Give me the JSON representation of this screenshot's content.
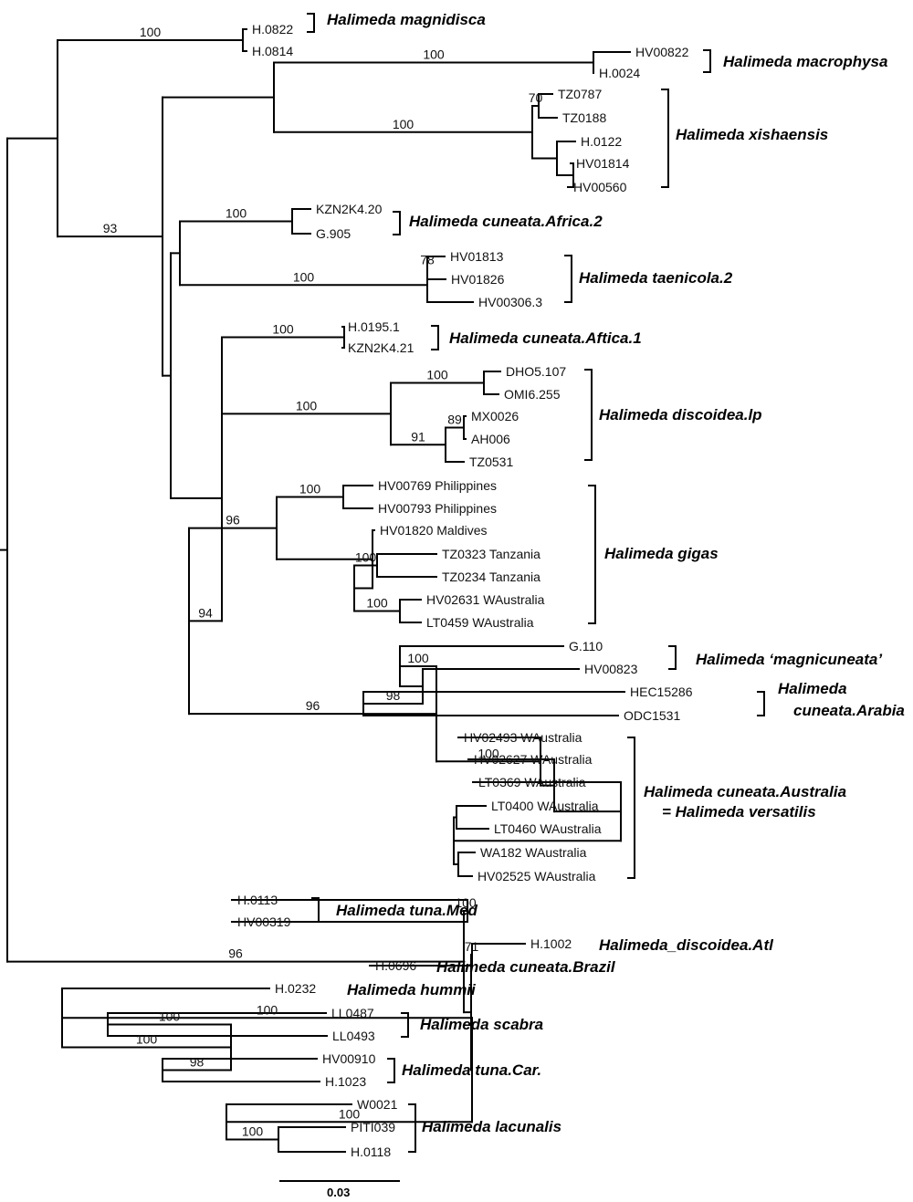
{
  "tree": {
    "root": {
      "c": [
        {
          "c": [
            {
              "s": "100",
              "c": [
                {
                  "n": "H.0822"
                },
                {
                  "n": "H.0814"
                }
              ]
            },
            {
              "s": "93",
              "c": [
                {
                  "c": [
                    {
                      "s": "100",
                      "c": [
                        {
                          "n": "HV00822"
                        },
                        {
                          "n": "H.0024"
                        }
                      ]
                    },
                    {
                      "s": "100",
                      "c": [
                        {
                          "s": "70",
                          "c": [
                            {
                              "n": "TZ0787"
                            },
                            {
                              "n": "TZ0188"
                            }
                          ]
                        },
                        {
                          "c": [
                            {
                              "n": "H.0122"
                            },
                            {
                              "c": [
                                {
                                  "n": "HV01814"
                                },
                                {
                                  "n": "HV00560"
                                }
                              ]
                            }
                          ]
                        }
                      ]
                    }
                  ]
                },
                {
                  "c": [
                    {
                      "c": [
                        {
                          "s": "100",
                          "c": [
                            {
                              "n": "KZN2K4.20"
                            },
                            {
                              "n": "G.905"
                            }
                          ]
                        },
                        {
                          "s": "100",
                          "c": [
                            {
                              "s": "78",
                              "c": [
                                {
                                  "n": "HV01813"
                                },
                                {
                                  "n": "HV01826"
                                }
                              ]
                            },
                            {
                              "n": "HV00306.3"
                            }
                          ]
                        }
                      ]
                    },
                    {
                      "c": [
                        {
                          "c": [
                            {
                              "s": "100",
                              "c": [
                                {
                                  "n": "H.0195.1"
                                },
                                {
                                  "n": "KZN2K4.21"
                                }
                              ]
                            },
                            {
                              "s": "100",
                              "c": [
                                {
                                  "s": "100",
                                  "c": [
                                    {
                                      "n": "DHO5.107"
                                    },
                                    {
                                      "n": "OMI6.255"
                                    }
                                  ]
                                },
                                {
                                  "s": "91",
                                  "c": [
                                    {
                                      "s": "89",
                                      "c": [
                                        {
                                          "n": "MX0026"
                                        },
                                        {
                                          "n": "AH006"
                                        }
                                      ]
                                    },
                                    {
                                      "n": "TZ0531"
                                    }
                                  ]
                                }
                              ]
                            }
                          ]
                        },
                        {
                          "s": "94",
                          "c": [
                            {
                              "s": "96",
                              "c": [
                                {
                                  "s": "100",
                                  "c": [
                                    {
                                      "n": "HV00769 Philippines"
                                    },
                                    {
                                      "n": "HV00793 Philippines"
                                    }
                                  ]
                                },
                                {
                                  "c": [
                                    {
                                      "n": "HV01820 Maldives"
                                    },
                                    {
                                      "c": [
                                        {
                                          "s": "100",
                                          "c": [
                                            {
                                              "n": "TZ0323 Tanzania"
                                            },
                                            {
                                              "n": "TZ0234 Tanzania"
                                            }
                                          ]
                                        },
                                        {
                                          "s": "100",
                                          "c": [
                                            {
                                              "n": "HV02631 WAustralia"
                                            },
                                            {
                                              "n": "LT0459 WAustralia"
                                            }
                                          ]
                                        }
                                      ]
                                    }
                                  ]
                                }
                              ]
                            },
                            {
                              "s": "96",
                              "c": [
                                {
                                  "s": "100",
                                  "c": [
                                    {
                                      "n": "G.110"
                                    },
                                    {
                                      "c": [
                                        {
                                          "n": "HV00823"
                                        },
                                        {
                                          "s": "98",
                                          "c": [
                                            {
                                              "n": "HEC15286"
                                            },
                                            {
                                              "n": "ODC1531"
                                            }
                                          ]
                                        }
                                      ]
                                    }
                                  ]
                                },
                                {
                                  "s": "100",
                                  "c": [
                                    {
                                      "n": "HV02493 WAustralia"
                                    },
                                    {
                                      "c": [
                                        {
                                          "n": "HV02627 WAustralia"
                                        },
                                        {
                                          "c": [
                                            {
                                              "n": "LT0369 WAustralia"
                                            },
                                            {
                                              "c": [
                                                {
                                                  "c": [
                                                    {
                                                      "n": "LT0400 WAustralia"
                                                    },
                                                    {
                                                      "n": "LT0460 WAustralia"
                                                    }
                                                  ]
                                                },
                                                {
                                                  "c": [
                                                    {
                                                      "n": "WA182 WAustralia"
                                                    },
                                                    {
                                                      "n": "HV02525 WAustralia"
                                                    }
                                                  ]
                                                }
                                              ]
                                            }
                                          ]
                                        }
                                      ]
                                    }
                                  ]
                                }
                              ]
                            }
                          ]
                        }
                      ]
                    }
                  ]
                }
              ]
            }
          ]
        },
        {
          "s": "96",
          "c": [
            {
              "s": "100",
              "c": [
                {
                  "n": "H.0113"
                },
                {
                  "n": "HV00319"
                }
              ]
            },
            {
              "c": [
                {
                  "s": "71",
                  "c": [
                    {
                      "n": "H.1002"
                    },
                    {
                      "n": "H.0696"
                    }
                  ]
                },
                {
                  "c": [
                    {
                      "s": "100",
                      "c": [
                        {
                          "n": "H.0232"
                        },
                        {
                          "s": "100",
                          "c": [
                            {
                              "s": "100",
                              "c": [
                                {
                                  "n": "LL0487"
                                },
                                {
                                  "n": "LL0493"
                                }
                              ]
                            },
                            {
                              "s": "98",
                              "c": [
                                {
                                  "n": "HV00910"
                                },
                                {
                                  "n": "H.1023"
                                }
                              ]
                            }
                          ]
                        }
                      ]
                    },
                    {
                      "s": "100",
                      "c": [
                        {
                          "n": "W0021"
                        },
                        {
                          "s": "100",
                          "c": [
                            {
                              "n": "PITI039"
                            },
                            {
                              "n": "H.0118"
                            }
                          ]
                        }
                      ]
                    }
                  ]
                }
              ]
            }
          ]
        }
      ]
    }
  },
  "groups": [
    {
      "lines": [
        "Halimeda magnidisca"
      ]
    },
    {
      "lines": [
        "Halimeda macrophysa"
      ]
    },
    {
      "lines": [
        "Halimeda xishaensis"
      ]
    },
    {
      "lines": [
        "Halimeda cuneata.Africa.2"
      ]
    },
    {
      "lines": [
        "Halimeda taenicola.2"
      ]
    },
    {
      "lines": [
        "Halimeda cuneata.Aftica.1"
      ]
    },
    {
      "lines": [
        "Halimeda discoidea.lp"
      ]
    },
    {
      "lines": [
        "Halimeda gigas"
      ]
    },
    {
      "lines": [
        "Halimeda ‘magnicuneata’"
      ]
    },
    {
      "lines": [
        "Halimeda",
        "cuneata.Arabia"
      ]
    },
    {
      "lines": [
        "Halimeda cuneata.Australia",
        "= Halimeda versatilis"
      ]
    },
    {
      "lines": [
        "Halimeda tuna.Med"
      ]
    },
    {
      "lines": [
        "Halimeda_discoidea.Atl"
      ]
    },
    {
      "lines": [
        "Halimeda cuneata.Brazil"
      ]
    },
    {
      "lines": [
        "Halimeda hummii"
      ]
    },
    {
      "lines": [
        "Halimeda scabra"
      ]
    },
    {
      "lines": [
        "Halimeda tuna.Car."
      ]
    },
    {
      "lines": [
        "Halimeda lacunalis"
      ]
    }
  ],
  "scale_bar": {
    "label": "0.03",
    "value": 0.03
  }
}
